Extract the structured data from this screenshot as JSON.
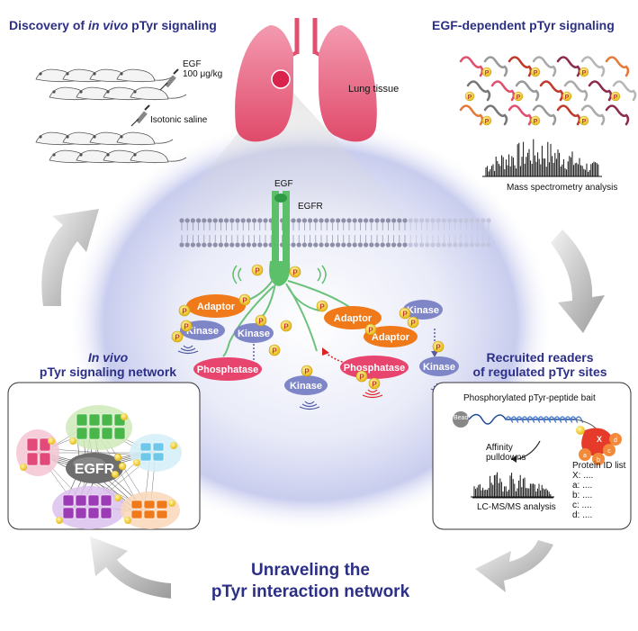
{
  "panels": {
    "discovery": {
      "title_prefix": "Discovery of ",
      "title_italic": "in vivo",
      "title_suffix": " pTyr signaling",
      "egf_label": "EGF",
      "egf_dose": "100 μg/kg",
      "saline_label": "Isotonic saline"
    },
    "lung": {
      "label": "Lung tissue"
    },
    "egf_dependent": {
      "title": "EGF-dependent pTyr signaling",
      "ms_label": "Mass spectrometry analysis"
    },
    "in_vivo_network": {
      "title_line1": "In vivo",
      "title_line2": "pTyr signaling network",
      "hub_label": "EGFR"
    },
    "readers": {
      "title_line1": "Recruited readers",
      "title_line2": "of regulated pTyr sites",
      "bait_label": "Phosphorylated pTyr-peptide bait",
      "bead_label": "Bead",
      "affinity_line1": "Affinity",
      "affinity_line2": "pulldowns",
      "lcms_label": "LC-MS/MS analysis",
      "protein_list_title": "Protein ID list",
      "protein_list": [
        "X: ....",
        "a: ....",
        "b: ....",
        "c: ....",
        "d: ...."
      ],
      "cluster_labels": [
        "X",
        "a",
        "b",
        "c",
        "d"
      ]
    },
    "center": {
      "egf_label": "EGF",
      "egfr_label": "EGFR",
      "phospho_label": "P",
      "nodes": {
        "adaptor": "Adaptor",
        "kinase": "Kinase",
        "phosphatase": "Phosphatase"
      }
    },
    "bottom": {
      "line1": "Unraveling the",
      "line2": "pTyr interaction network"
    }
  },
  "colors": {
    "title": "#2c2f86",
    "adaptor": "#f07a1a",
    "kinase": "#7f86c8",
    "phosphatase": "#e8456e",
    "phospho": "#f2d21c",
    "receptor": "#5cc06a",
    "lung": "#e0506e"
  }
}
